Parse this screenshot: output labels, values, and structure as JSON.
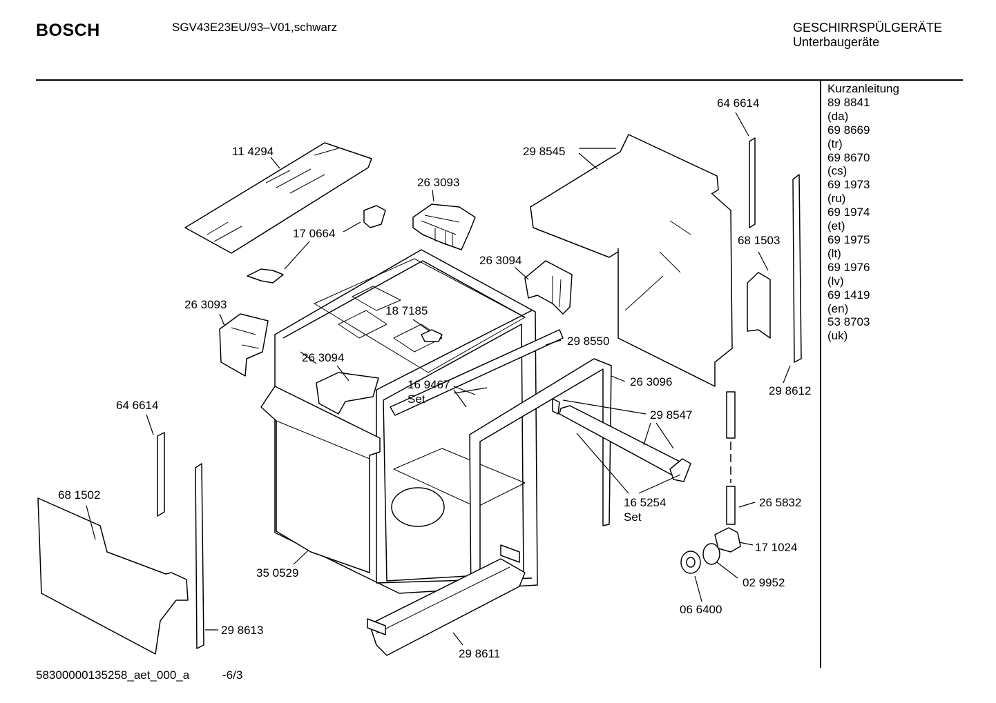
{
  "header": {
    "brand": "BOSCH",
    "model": "SGV43E23EU/93–V01,schwarz",
    "category_line1": "GESCHIRRSPÜLGERÄTE",
    "category_line2": "Unterbaugeräte"
  },
  "sidebar": {
    "title": "Kurzanleitung",
    "entries": [
      {
        "number": "89 8841",
        "lang": "(da)"
      },
      {
        "number": "69 8669",
        "lang": "(tr)"
      },
      {
        "number": "69 8670",
        "lang": "(cs)"
      },
      {
        "number": "69 1973",
        "lang": "(ru)"
      },
      {
        "number": "69 1974",
        "lang": "(et)"
      },
      {
        "number": "69 1975",
        "lang": "(lt)"
      },
      {
        "number": "69 1976",
        "lang": "(lv)"
      },
      {
        "number": "69 1419",
        "lang": "(en)"
      },
      {
        "number": "53 8703",
        "lang": "(uk)"
      }
    ]
  },
  "parts": {
    "p114294": "11 4294",
    "p263093_top": "26 3093",
    "p170664": "17 0664",
    "p263094_top": "26 3094",
    "p263093_left": "26 3093",
    "p187185": "18 7185",
    "p263094_mid": "26 3094",
    "p169467": "16 9467",
    "p169467_set": "Set",
    "p298545": "29 8545",
    "p646614_top": "64 6614",
    "p681503": "68 1503",
    "p298550": "29 8550",
    "p263096": "26 3096",
    "p298612": "29 8612",
    "p298547": "29 8547",
    "p165254": "16 5254",
    "p165254_set": "Set",
    "p265832": "26 5832",
    "p171024": "17 1024",
    "p029952": "02 9952",
    "p066400": "06 6400",
    "p646614_left": "64 6614",
    "p681502": "68 1502",
    "p350529": "35 0529",
    "p298613": "29 8613",
    "p298611": "29 8611"
  },
  "footer": {
    "doc_id": "58300000135258_aet_000_a",
    "sheet": "-6/3"
  }
}
